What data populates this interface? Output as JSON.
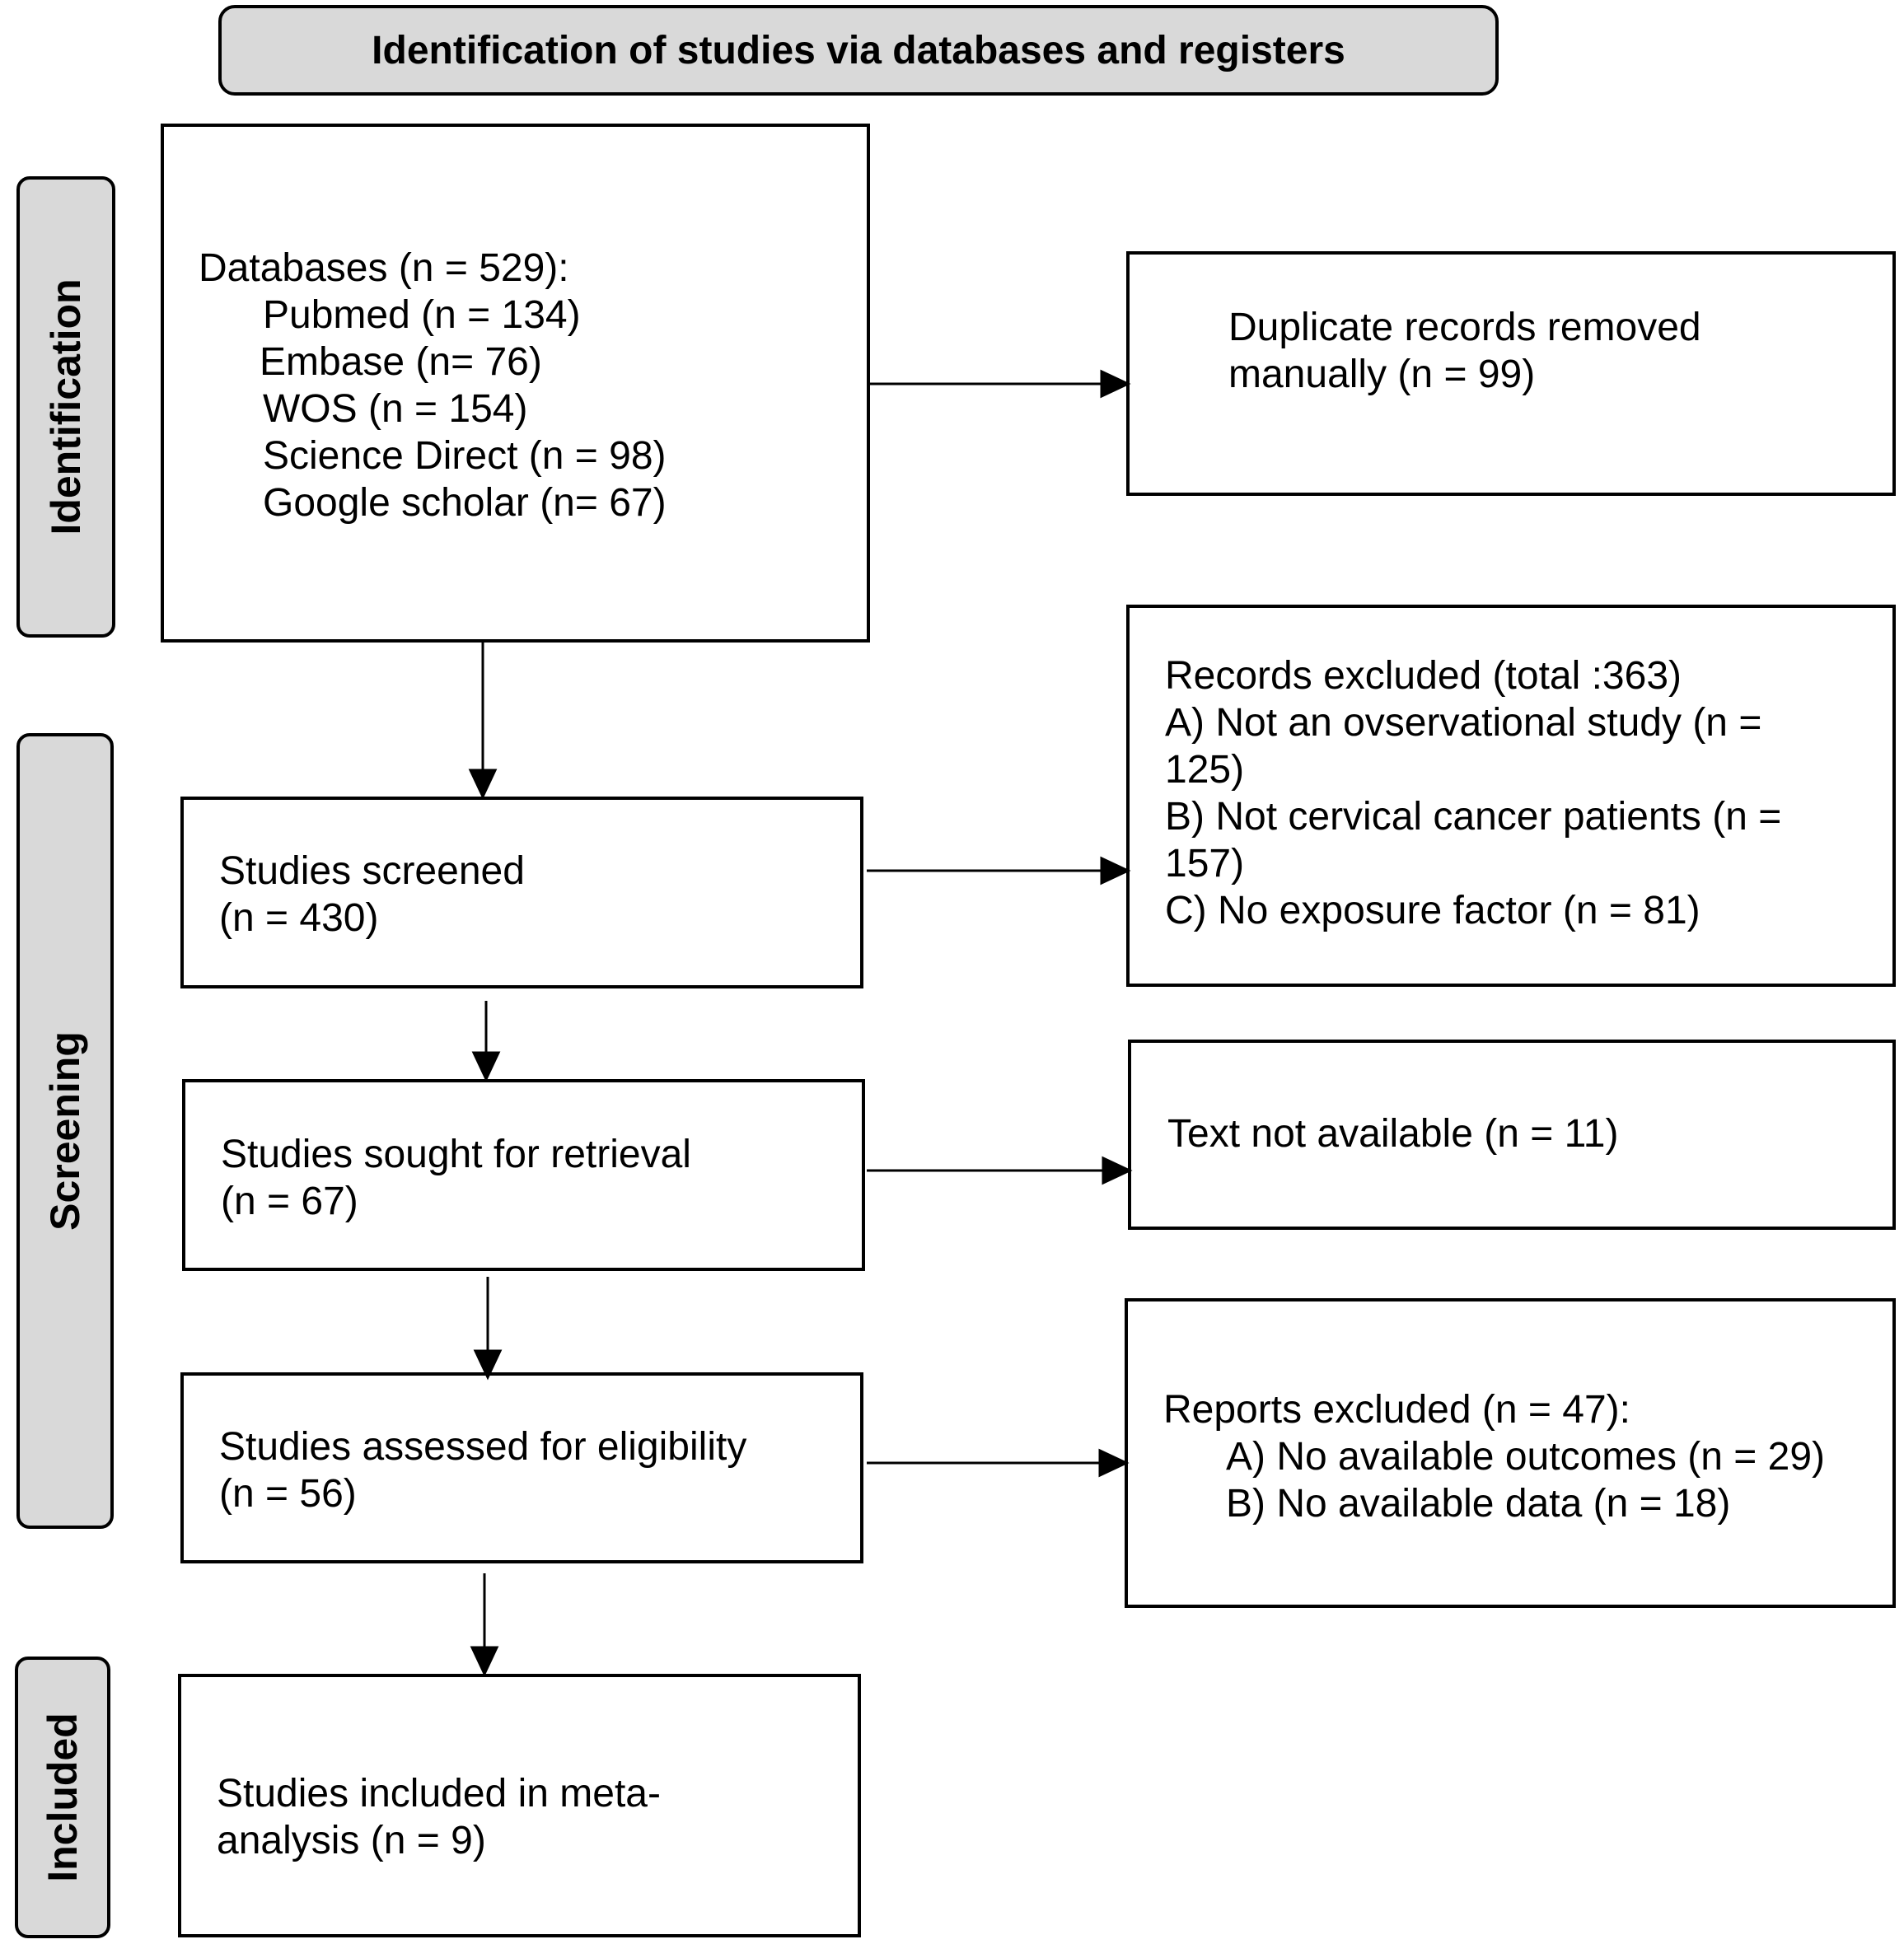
{
  "header": {
    "title": "Identification of studies via databases and registers"
  },
  "phases": {
    "identification": "Identification",
    "screening": "Screening",
    "included": "Included"
  },
  "boxes": {
    "databases": {
      "title": "Databases (n = 529):",
      "items": [
        "Pubmed (n = 134)",
        "Embase (n= 76)",
        "WOS (n = 154)",
        "Science Direct (n = 98)",
        "Google scholar (n= 67)"
      ]
    },
    "duplicates": {
      "lines": [
        "Duplicate records removed",
        "manually (n = 99)"
      ]
    },
    "screened": {
      "lines": [
        "Studies screened",
        "(n = 430)"
      ]
    },
    "records_excluded": {
      "lines": [
        "Records excluded (total :363)",
        "A) Not an ovservational study (n =",
        "125)",
        "B) Not cervical cancer patients (n =",
        "157)",
        "C) No exposure factor  (n = 81)"
      ]
    },
    "retrieval": {
      "lines": [
        "Studies sought for retrieval",
        "(n = 67)"
      ]
    },
    "not_available": {
      "lines": [
        "Text not available (n = 11)"
      ]
    },
    "eligibility": {
      "lines": [
        "Studies assessed for eligibility",
        "(n = 56)"
      ]
    },
    "reports_excluded": {
      "title": "Reports excluded (n = 47):",
      "items": [
        "A) No available outcomes (n = 29)",
        "B) No available data (n = 18)"
      ]
    },
    "included": {
      "lines": [
        "Studies included in meta-",
        "analysis (n = 9)"
      ]
    }
  }
}
